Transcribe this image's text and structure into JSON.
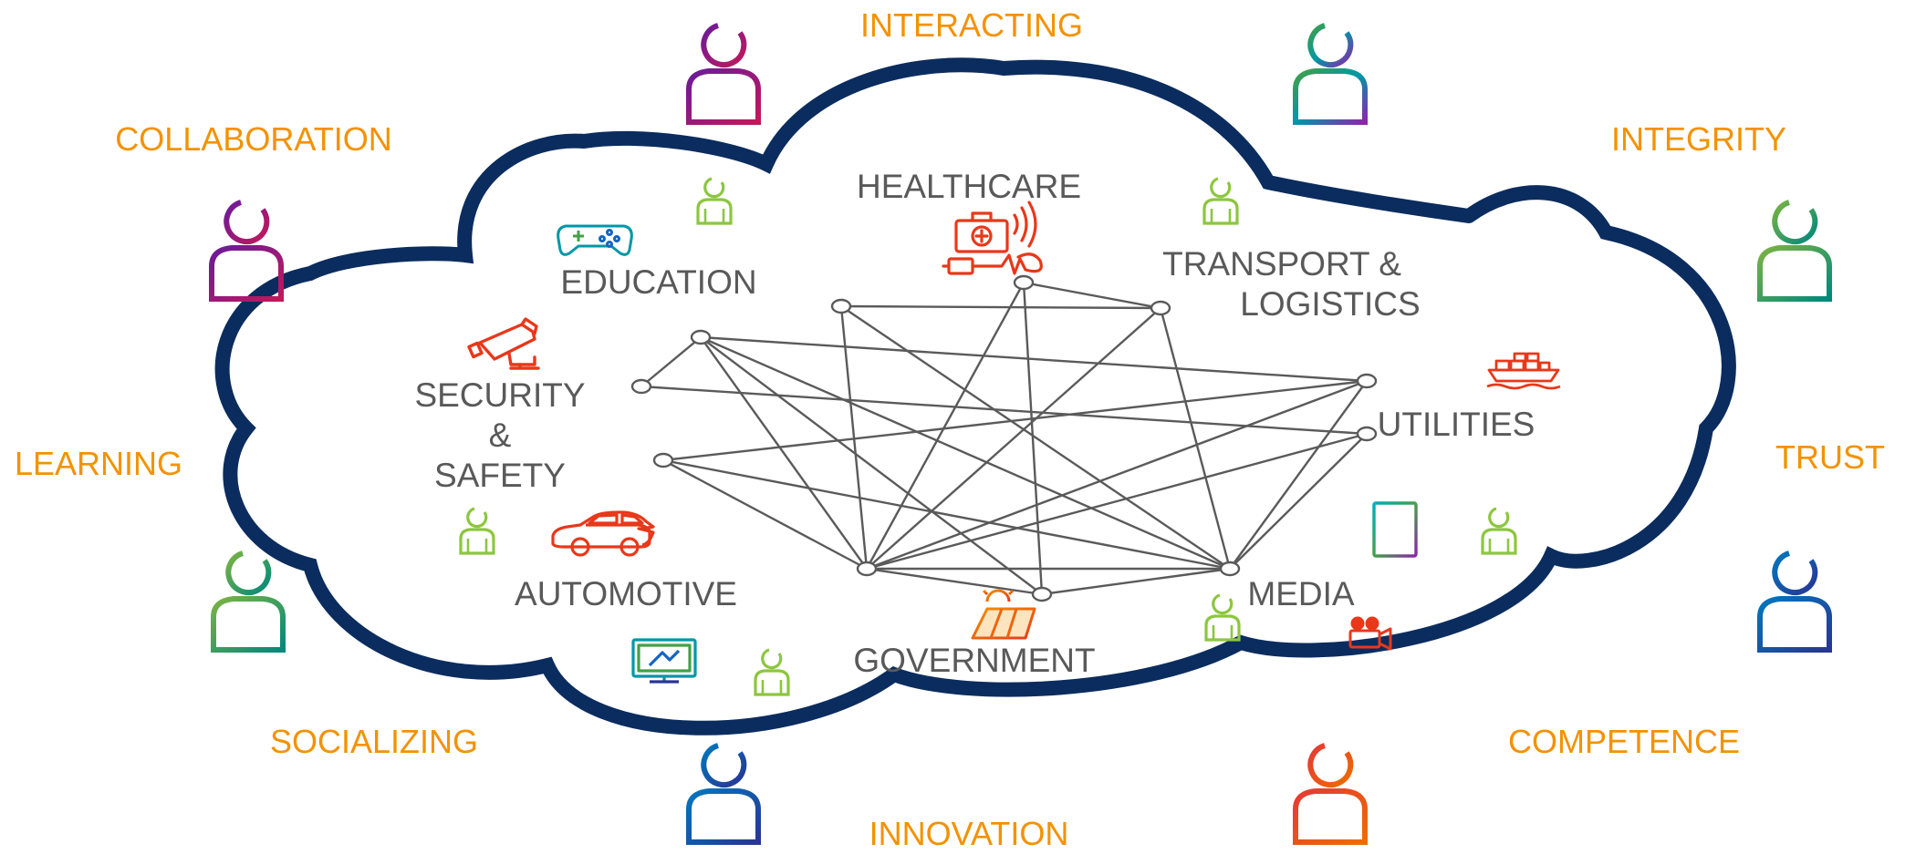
{
  "values": {
    "interacting": "INTERACTING",
    "collaboration": "COLLABORATION",
    "integrity": "INTEGRITY",
    "learning": "LEARNING",
    "trust": "TRUST",
    "socializing": "SOCIALIZING",
    "competence": "COMPETENCE",
    "innovation": "INNOVATION"
  },
  "sectors": {
    "healthcare": "HEALTHCARE",
    "education": "EDUCATION",
    "transport_line1": "TRANSPORT &",
    "transport_line2": "LOGISTICS",
    "security_line1": "SECURITY",
    "security_line2": "&",
    "security_line3": "SAFETY",
    "utilities": "UTILITIES",
    "automotive": "AUTOMOTIVE",
    "media": "MEDIA",
    "government": "GOVERNMENT"
  },
  "icons": {
    "healthcare": "first-aid-kit-icon",
    "education": "gamepad-icon",
    "security": "security-camera-icon",
    "automotive": "car-icon",
    "transport": "cargo-ship-icon",
    "utilities": "refrigerator-icon",
    "media": "video-camera-icon",
    "government": "solar-panel-icon",
    "socializing": "computer-monitor-icon",
    "people": "person-icon"
  },
  "colors": {
    "cloud": "#0B2C5E",
    "value_text": "#F39200",
    "sector_text": "#595959",
    "icon_red": "#E8381A",
    "small_person": "#8CC63F"
  }
}
